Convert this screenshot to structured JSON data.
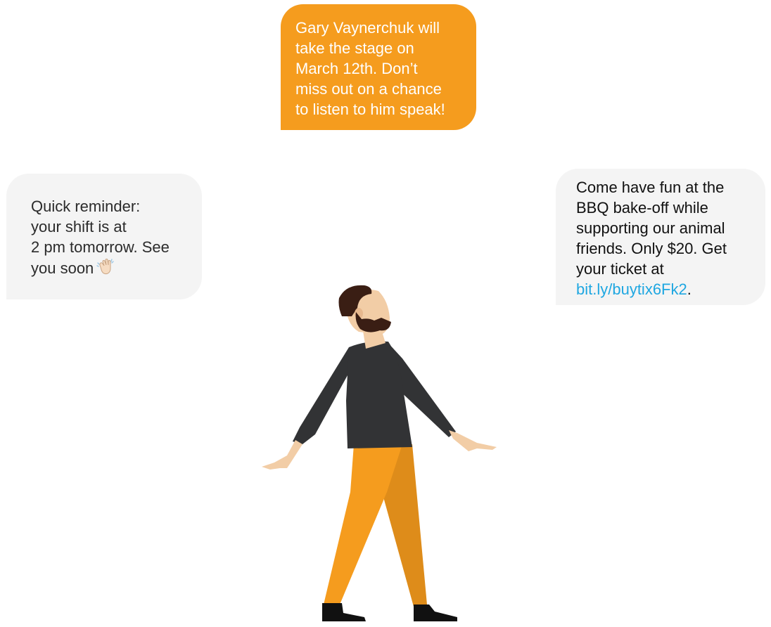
{
  "messages": {
    "event": {
      "line1": "Gary Vaynerchuk will",
      "line2": "take the stage on",
      "line3": "March 12th. Don’t",
      "line4": "miss out on a chance",
      "line5": "to listen to him speak!"
    },
    "reminder": {
      "line1": "Quick reminder:",
      "line2": "your shift is at",
      "line3": "2 pm tomorrow. See",
      "line4": "you soon",
      "icon": "waving-hand-icon"
    },
    "fundraiser": {
      "line1": "Come have fun at the",
      "line2": "BBQ bake-off while",
      "line3": "supporting our animal",
      "line4": "friends. Only $20. Get",
      "line5": "your ticket at",
      "link": "bit.ly/buytix6Fk2",
      "after_link": "."
    }
  },
  "colors": {
    "orange": "#F59C1E",
    "bubble_gray": "#F4F4F4",
    "link_blue": "#1FA7E1",
    "shirt": "#323335",
    "skin": "#F2CDA6",
    "hair": "#3A1E14"
  },
  "illustration": "person-looking-up-illustration"
}
